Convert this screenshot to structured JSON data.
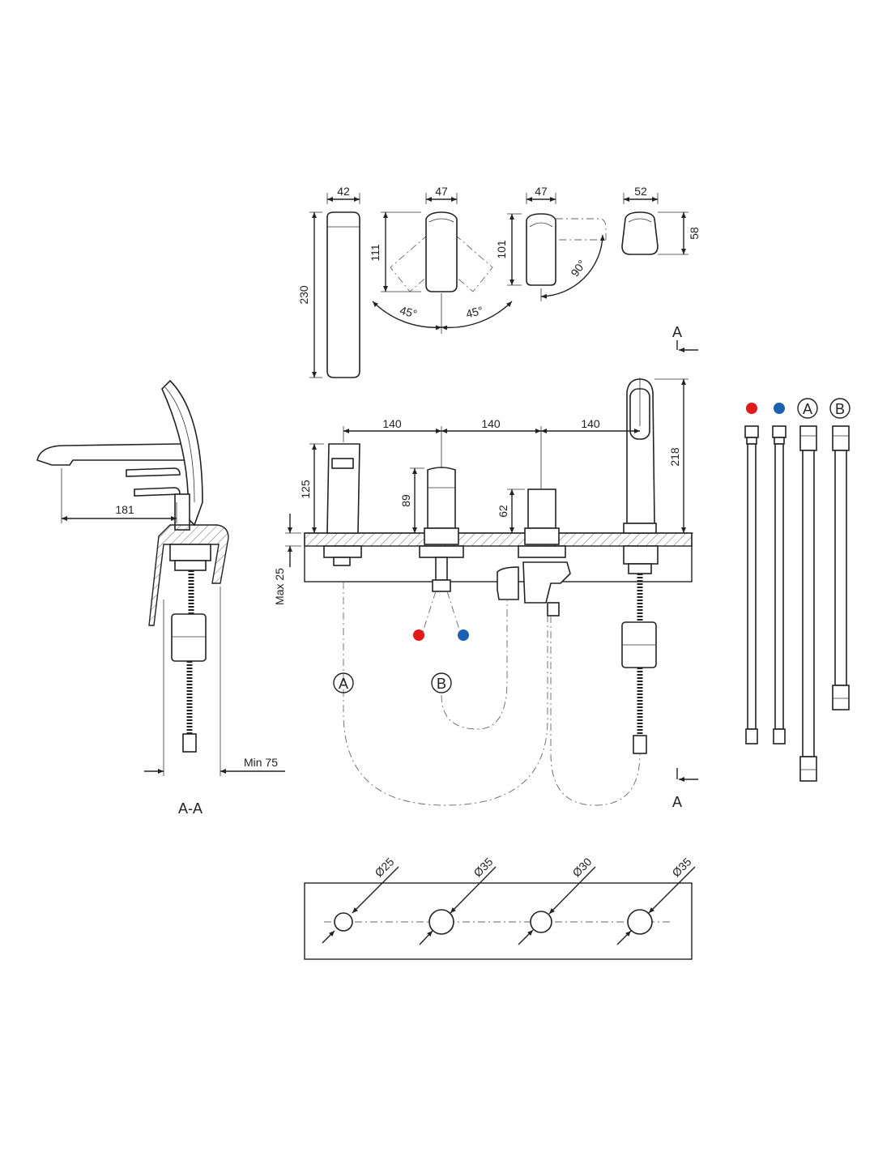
{
  "top_views": {
    "dim_42": "42",
    "dim_47_a": "47",
    "dim_47_b": "47",
    "dim_52": "52",
    "dim_230": "230",
    "dim_111": "111",
    "dim_101": "101",
    "dim_58": "58",
    "angle_left": "45°",
    "angle_right": "45°",
    "angle_90": "90°"
  },
  "front_view": {
    "spacing_1": "140",
    "spacing_2": "140",
    "spacing_3": "140",
    "dim_125": "125",
    "dim_89": "89",
    "dim_62": "62",
    "dim_218": "218",
    "dim_max25": "Max 25",
    "section_mark_top": "A",
    "section_mark_bottom": "A",
    "hose_label_a": "A",
    "hose_label_b": "B"
  },
  "section_view": {
    "dim_181": "181",
    "dim_min75": "Min 75",
    "title": "A-A"
  },
  "hoses_legend": {
    "label_a": "A",
    "label_b": "B",
    "hot_color": "#e11a1a",
    "cold_color": "#1d5fb0"
  },
  "hole_plan": {
    "d1": "Ø25",
    "d2": "Ø35",
    "d3": "Ø30",
    "d4": "Ø35"
  }
}
